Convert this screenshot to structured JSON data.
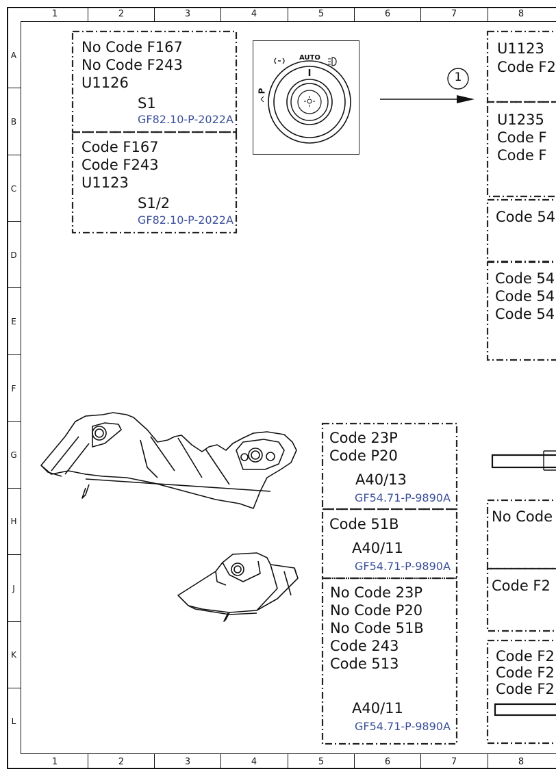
{
  "grid": {
    "columns": [
      "1",
      "2",
      "3",
      "4",
      "5",
      "6",
      "7",
      "8"
    ],
    "rows": [
      "A",
      "B",
      "C",
      "D",
      "E",
      "F",
      "G",
      "H",
      "J",
      "K",
      "L"
    ]
  },
  "callout_number": "1",
  "switch_labels": {
    "auto": "AUTO",
    "park": "P"
  },
  "blocks": {
    "s1": {
      "lines": [
        "No Code F167",
        "No Code F243",
        "U1126"
      ],
      "component": "S1",
      "ref": "GF82.10-P-2022A"
    },
    "s1_2": {
      "lines": [
        "Code F167",
        "Code F243",
        "U1123"
      ],
      "component": "S1/2",
      "ref": "GF82.10-P-2022A"
    },
    "r1": {
      "lines": [
        "U1123",
        "Code F2"
      ]
    },
    "r2": {
      "lines": [
        "U1235",
        "Code F",
        "Code F"
      ]
    },
    "r3": {
      "lines": [
        "Code 54"
      ]
    },
    "r4": {
      "lines": [
        "Code 54",
        "Code 54",
        "Code 54"
      ]
    },
    "a40_13": {
      "lines": [
        "Code 23P",
        "Code P20"
      ],
      "component": "A40/13",
      "ref": "GF54.71-P-9890A"
    },
    "a40_11a": {
      "lines": [
        "Code 51B"
      ],
      "component": "A40/11",
      "ref": "GF54.71-P-9890A"
    },
    "a40_11b": {
      "lines": [
        "No Code 23P",
        "No Code P20",
        "No Code 51B",
        "Code 243",
        "Code 513"
      ],
      "component": "A40/11",
      "ref": "GF54.71-P-9890A"
    },
    "r5": {
      "lines": [
        "No Code"
      ]
    },
    "r6": {
      "lines": [
        "Code F2"
      ]
    },
    "r7": {
      "lines": [
        "Code F2",
        "Code F2",
        "Code F2"
      ]
    }
  }
}
